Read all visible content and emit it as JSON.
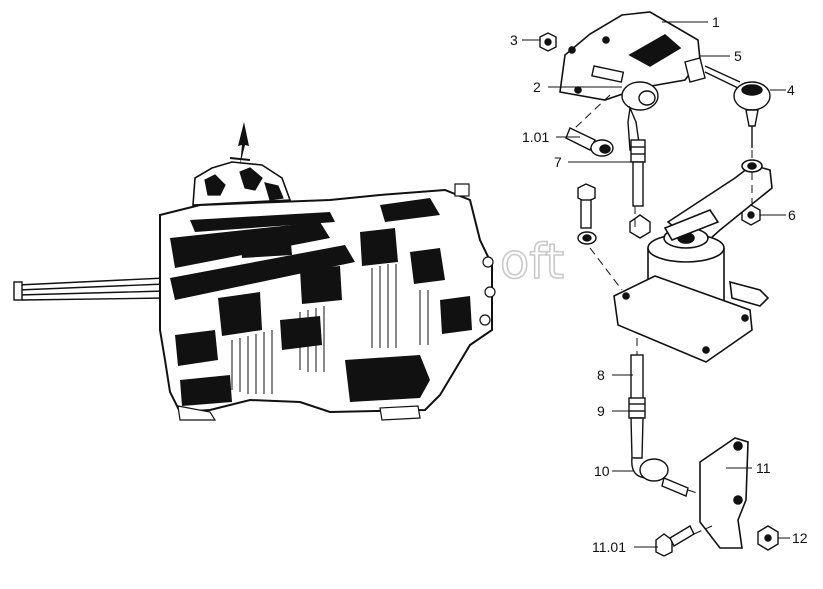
{
  "diagram": {
    "callouts": [
      "1",
      "2",
      "3",
      "4",
      "5",
      "6",
      "7",
      "8",
      "9",
      "10",
      "11",
      "12",
      "1.01",
      "11.01"
    ],
    "watermark": "oft"
  },
  "colors": {
    "ink": "#111111",
    "paper": "#ffffff",
    "watermark": "#c9c9c9"
  }
}
